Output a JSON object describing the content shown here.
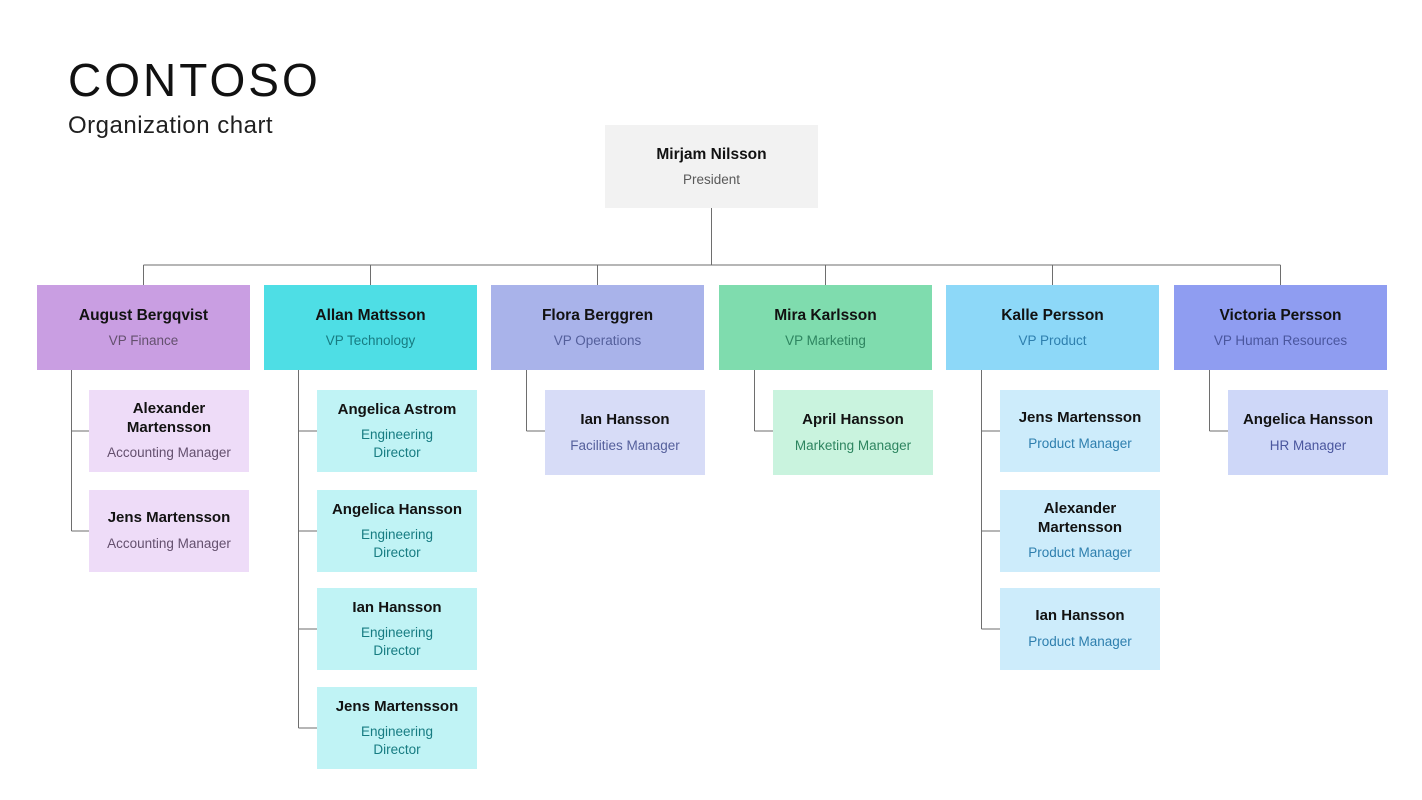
{
  "header": {
    "brand": "CONTOSO",
    "subtitle": "Organization chart"
  },
  "president": {
    "name": "Mirjam Nilsson",
    "title": "President",
    "colors": {
      "bg": "#f2f2f2",
      "role_text": "#595959"
    }
  },
  "connector_color": "#6e6e6e",
  "groups": [
    {
      "id": "finance",
      "vp": {
        "name": "August Bergqvist",
        "title": "VP Finance"
      },
      "colors": {
        "vp_bg": "#c99ee2",
        "child_bg": "#eedcf8",
        "role_text": "#64506e"
      },
      "children": [
        {
          "name": "Alexander Martensson",
          "title": "Accounting Manager"
        },
        {
          "name": "Jens Martensson",
          "title": "Accounting Manager"
        }
      ]
    },
    {
      "id": "technology",
      "vp": {
        "name": "Allan Mattsson",
        "title": "VP Technology"
      },
      "colors": {
        "vp_bg": "#4edee5",
        "child_bg": "#c0f3f5",
        "role_text": "#177c82"
      },
      "children": [
        {
          "name": "Angelica Astrom",
          "title": "Engineering Director"
        },
        {
          "name": "Angelica Hansson",
          "title": "Engineering Director"
        },
        {
          "name": "Ian Hansson",
          "title": "Engineering Director"
        },
        {
          "name": "Jens Martensson",
          "title": "Engineering Director"
        }
      ]
    },
    {
      "id": "operations",
      "vp": {
        "name": "Flora Berggren",
        "title": "VP Operations"
      },
      "colors": {
        "vp_bg": "#a9b3ea",
        "child_bg": "#d7dcf7",
        "role_text": "#545f9b"
      },
      "children": [
        {
          "name": "Ian Hansson",
          "title": "Facilities Manager"
        }
      ]
    },
    {
      "id": "marketing",
      "vp": {
        "name": "Mira Karlsson",
        "title": "VP Marketing"
      },
      "colors": {
        "vp_bg": "#7fdcae",
        "child_bg": "#c9f3de",
        "role_text": "#2e8560"
      },
      "children": [
        {
          "name": "April Hansson",
          "title": "Marketing Manager"
        }
      ]
    },
    {
      "id": "product",
      "vp": {
        "name": "Kalle Persson",
        "title": "VP Product"
      },
      "colors": {
        "vp_bg": "#8dd8f8",
        "child_bg": "#cdecfb",
        "role_text": "#2e7fae"
      },
      "children": [
        {
          "name": "Jens Martensson",
          "title": "Product Manager"
        },
        {
          "name": "Alexander Martensson",
          "title": "Product Manager"
        },
        {
          "name": "Ian Hansson",
          "title": "Product Manager"
        }
      ]
    },
    {
      "id": "human-resources",
      "vp": {
        "name": "Victoria Persson",
        "title": "VP Human Resources"
      },
      "colors": {
        "vp_bg": "#8f9df1",
        "child_bg": "#ced7f8",
        "role_text": "#4a569e"
      },
      "children": [
        {
          "name": "Angelica Hansson",
          "title": "HR Manager"
        }
      ]
    }
  ]
}
